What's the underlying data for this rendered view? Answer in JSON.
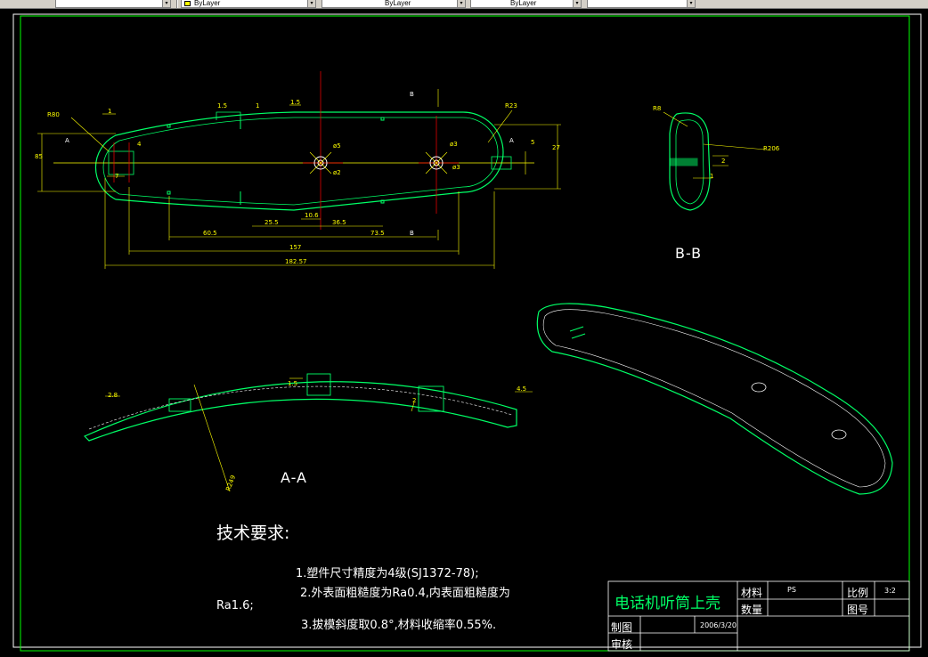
{
  "toolbar": {
    "combos": [
      {
        "label": "ByLayer"
      },
      {
        "label": "ByLayer"
      },
      {
        "label": "ByLayer"
      }
    ]
  },
  "views": {
    "section_bb": "B-B",
    "section_aa": "A-A"
  },
  "plan_dims": {
    "top_15": "1.5",
    "top_1": "1",
    "top_15b": "1.5",
    "top_1b": "1",
    "left_r": "R80",
    "right_r": "R23",
    "sec_b": "B",
    "sec_b2": "B",
    "sec_a": "A",
    "sec_a2": "A",
    "d5": "ø5",
    "d2": "ø2",
    "d3": "ø3",
    "d3b": "ø3",
    "h5": "5",
    "h27": "27",
    "h4": "4",
    "h7": "7",
    "h85": "85",
    "w605": "60.5",
    "w255": "25.5",
    "w106": "10.6",
    "w365": "36.5",
    "w735": "73.5",
    "w157": "157",
    "total": "182.57"
  },
  "bb_dims": {
    "r8": "R8",
    "r206": "R206",
    "d1": "1",
    "d2": "2"
  },
  "aa_dims": {
    "h28": "2.8",
    "h45": "4.5",
    "r249": "R249",
    "h2": "2",
    "h15": "1.5"
  },
  "requirements": {
    "title": "技术要求:",
    "line1": "1.塑件尺寸精度为4级(SJ1372-78);",
    "line2a": "2.外表面粗糙度为Ra0.4,内表面粗糙度为",
    "line2b": "Ra1.6;",
    "line3": "3.拔模斜度取0.8°,材料收缩率0.55%."
  },
  "title_block": {
    "part_name": "电话机听筒上壳",
    "material_label": "材料",
    "material_value": "PS",
    "scale_label": "比例",
    "scale_value": "3:2",
    "quantity_label": "数量",
    "drawing_no_label": "图号",
    "drawn_label": "制图",
    "date": "2006/3/20",
    "checked_label": "审核"
  }
}
